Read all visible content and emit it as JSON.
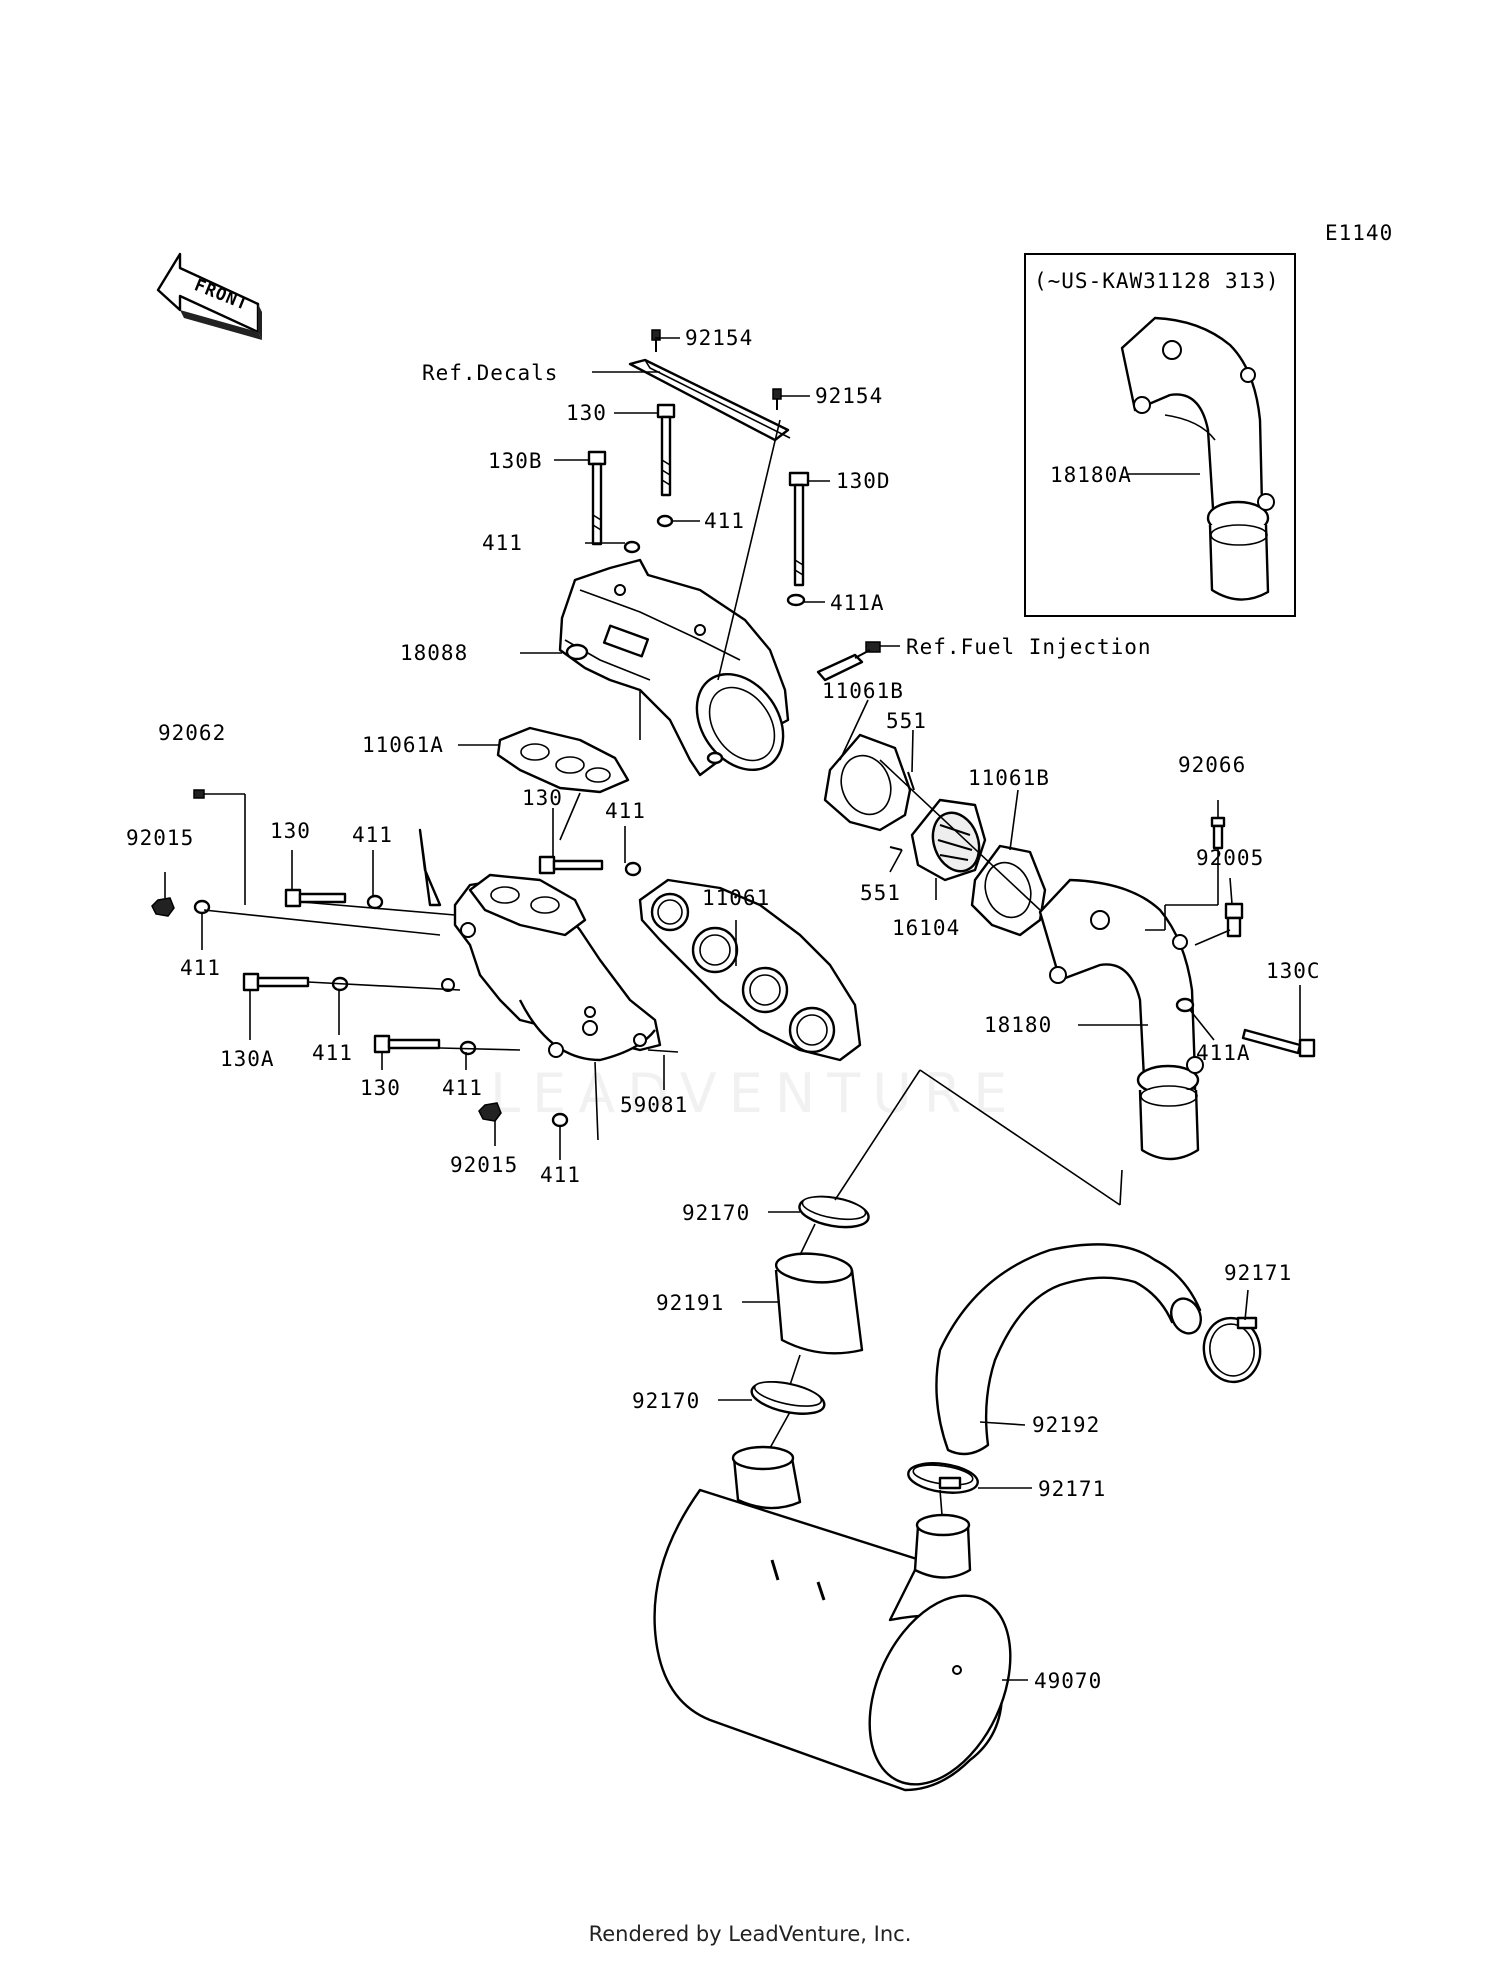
{
  "diagram": {
    "code": "E1140",
    "front_label": "FRONT",
    "inset_caption": "(~US-KAW31128 313)",
    "watermark": "LEADVENTURE",
    "footer": "Rendered by LeadVenture, Inc."
  },
  "callouts": [
    {
      "id": "c01",
      "text": "92154"
    },
    {
      "id": "c02",
      "text": "Ref.Decals"
    },
    {
      "id": "c03",
      "text": "92154"
    },
    {
      "id": "c04",
      "text": "130"
    },
    {
      "id": "c05",
      "text": "130B"
    },
    {
      "id": "c06",
      "text": "130D"
    },
    {
      "id": "c07",
      "text": "411"
    },
    {
      "id": "c08",
      "text": "411"
    },
    {
      "id": "c09",
      "text": "411A"
    },
    {
      "id": "c10",
      "text": "Ref.Fuel Injection"
    },
    {
      "id": "c11",
      "text": "18088"
    },
    {
      "id": "c12",
      "text": "11061B"
    },
    {
      "id": "c13",
      "text": "551"
    },
    {
      "id": "c14",
      "text": "11061A"
    },
    {
      "id": "c15",
      "text": "92062"
    },
    {
      "id": "c16",
      "text": "11061B"
    },
    {
      "id": "c17",
      "text": "92066"
    },
    {
      "id": "c18",
      "text": "130"
    },
    {
      "id": "c19",
      "text": "411"
    },
    {
      "id": "c20",
      "text": "92015"
    },
    {
      "id": "c21",
      "text": "130"
    },
    {
      "id": "c22",
      "text": "411"
    },
    {
      "id": "c23",
      "text": "11061"
    },
    {
      "id": "c24",
      "text": "551"
    },
    {
      "id": "c25",
      "text": "16104"
    },
    {
      "id": "c26",
      "text": "92005"
    },
    {
      "id": "c27",
      "text": "411"
    },
    {
      "id": "c28",
      "text": "130A"
    },
    {
      "id": "c29",
      "text": "411"
    },
    {
      "id": "c30",
      "text": "130"
    },
    {
      "id": "c31",
      "text": "411"
    },
    {
      "id": "c32",
      "text": "130C"
    },
    {
      "id": "c33",
      "text": "18180"
    },
    {
      "id": "c34",
      "text": "411A"
    },
    {
      "id": "c35",
      "text": "59081"
    },
    {
      "id": "c36",
      "text": "92015"
    },
    {
      "id": "c37",
      "text": "411"
    },
    {
      "id": "c38",
      "text": "92170"
    },
    {
      "id": "c39",
      "text": "92191"
    },
    {
      "id": "c40",
      "text": "92171"
    },
    {
      "id": "c41",
      "text": "92192"
    },
    {
      "id": "c42",
      "text": "92170"
    },
    {
      "id": "c43",
      "text": "92171"
    },
    {
      "id": "c44",
      "text": "49070"
    },
    {
      "id": "c45",
      "text": "18180A"
    }
  ]
}
